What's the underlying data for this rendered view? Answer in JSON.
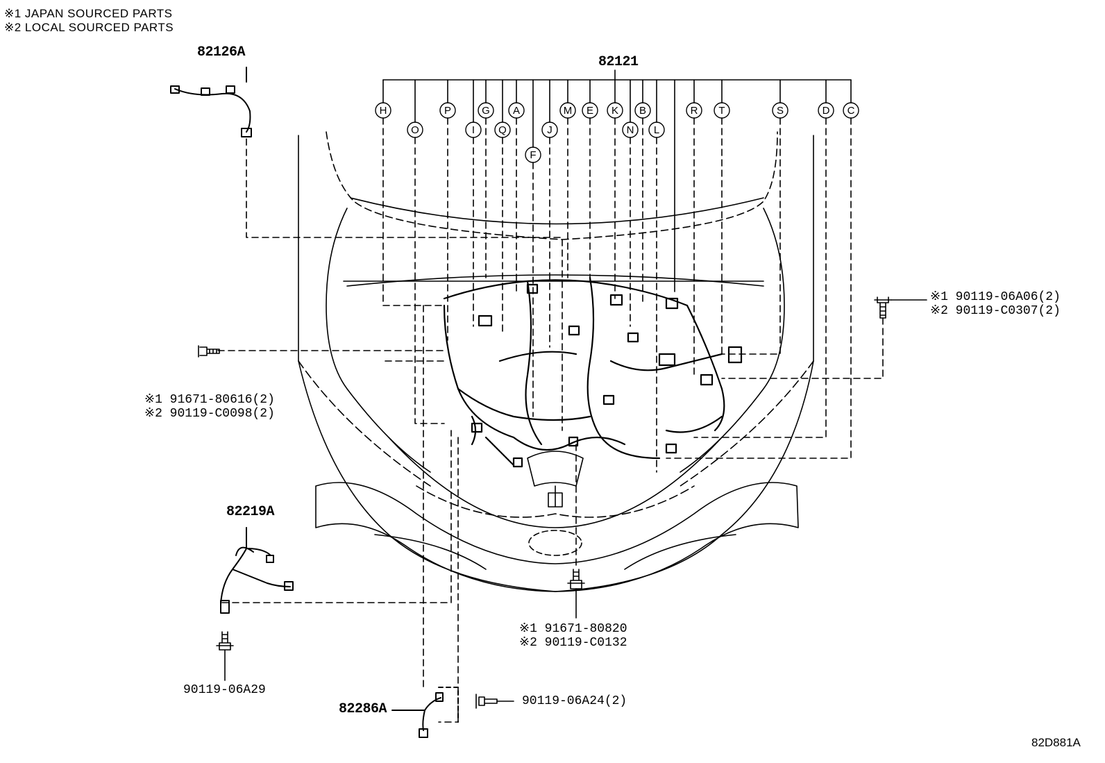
{
  "notes": {
    "note1": "※1 JAPAN SOURCED PARTS",
    "note2": "※2 LOCAL SOURCED PARTS"
  },
  "parts": {
    "harness_main": "82121",
    "harness_82126a": "82126A",
    "harness_82219a": "82219A",
    "harness_82286a": "82286A",
    "bolt_left_1": "※1 91671-80616(2)",
    "bolt_left_2": "※2 90119-C0098(2)",
    "bolt_right_1": "※1 90119-06A06(2)",
    "bolt_right_2": "※2 90119-C0307(2)",
    "bolt_center_1": "※1 91671-80820",
    "bolt_center_2": "※2 90119-C0132",
    "bolt_82219a": "90119-06A29",
    "bolt_82286a": "90119-06A24(2)"
  },
  "connector_letters": [
    "H",
    "O",
    "P",
    "I",
    "G",
    "Q",
    "A",
    "F",
    "J",
    "M",
    "E",
    "K",
    "N",
    "B",
    "L",
    "R",
    "T",
    "S",
    "D",
    "C"
  ],
  "diagram_ref": "82D881A"
}
